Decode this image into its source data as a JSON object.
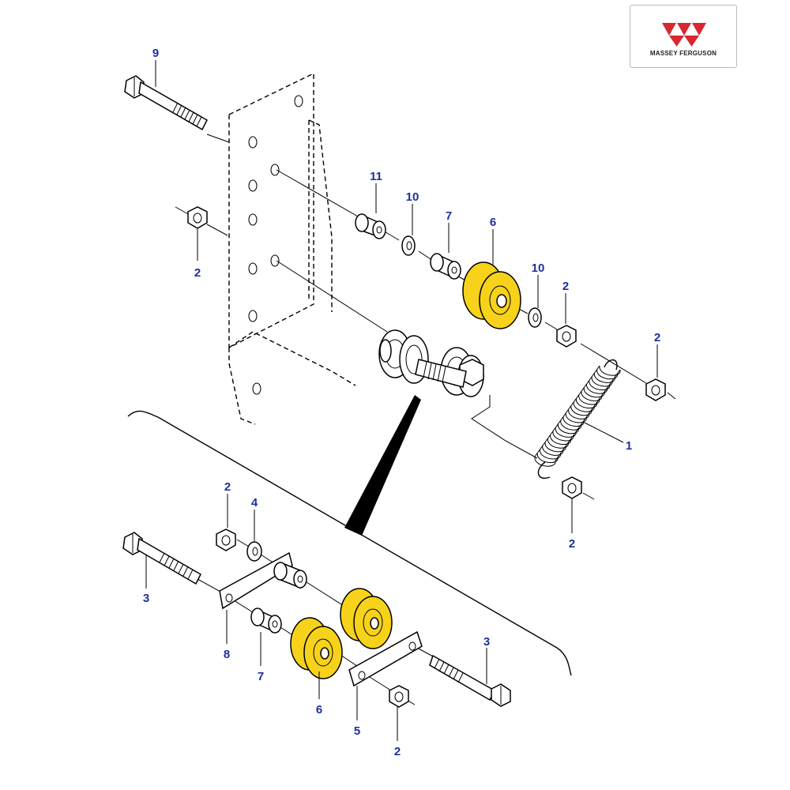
{
  "brand": {
    "logo_text": "MASSEY FERGUSON",
    "logo_color": "#d7282f"
  },
  "colors": {
    "highlight": "#f7d21a",
    "callout_text": "#1f2f9e",
    "line": "#000000"
  },
  "callouts": {
    "c9": "9",
    "c11": "11",
    "c10a": "10",
    "c7a": "7",
    "c6a": "6",
    "c10b": "10",
    "c2a": "2",
    "c2b": "2",
    "c2c": "2",
    "c1": "1",
    "c2d": "2",
    "c2e": "2",
    "c4": "4",
    "c3a": "3",
    "c8": "8",
    "c7b": "7",
    "c6b": "6",
    "c5": "5",
    "c2f": "2",
    "c3b": "3"
  }
}
